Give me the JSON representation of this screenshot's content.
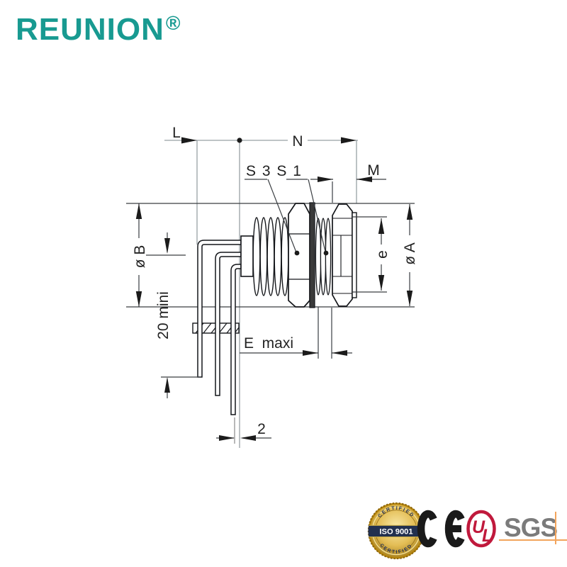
{
  "brand": {
    "name": "REUNION",
    "mark": "®",
    "color": "#189a91"
  },
  "drawing": {
    "type": "technical-dimension-diagram",
    "subject": "panel-mount circular connector, side view with right-angle PCB pins",
    "dims": {
      "L": "L",
      "N": "N",
      "S3S1": "S 3 S 1",
      "M": "M",
      "dia_B": "ø B",
      "twenty_mini": "20 mini",
      "E_maxi": "E  maxi",
      "e": "e",
      "dia_A": "ø A",
      "two": "2"
    }
  },
  "certs": {
    "iso": {
      "band": "ISO 9001",
      "arc_top": "CERTIFIED",
      "arc_bottom": "CERTIFIED",
      "gold": "#caa02c",
      "navy": "#223055"
    },
    "ce": {
      "label": "CE",
      "color": "#1a1a1a"
    },
    "ul": {
      "u": "U",
      "l": "L",
      "color": "#c0193c"
    },
    "sgs": {
      "label": "SGS",
      "color": "#7b7b7b",
      "accent": "#f2a45c"
    }
  }
}
